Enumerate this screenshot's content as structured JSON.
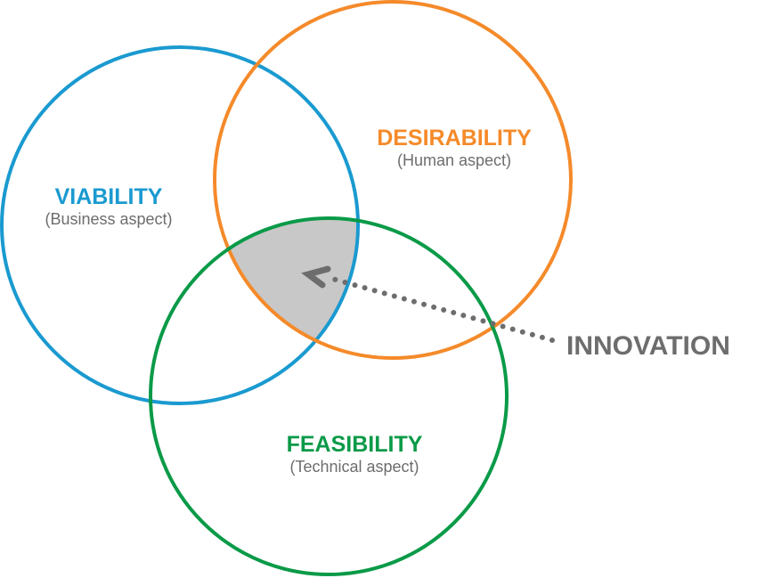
{
  "colors": {
    "viability": "#1a9ad0",
    "desirability": "#f58a2a",
    "feasibility": "#0a9a48",
    "innovation": "#6d6d6d",
    "overlap": "#c8c8c8"
  },
  "viability": {
    "title": "VIABILITY",
    "subtitle": "(Business aspect)"
  },
  "desirability": {
    "title": "DESIRABILITY",
    "subtitle": "(Human aspect)"
  },
  "feasibility": {
    "title": "FEASIBILITY",
    "subtitle": "(Technical aspect)"
  },
  "innovation": {
    "label": "INNOVATION"
  }
}
